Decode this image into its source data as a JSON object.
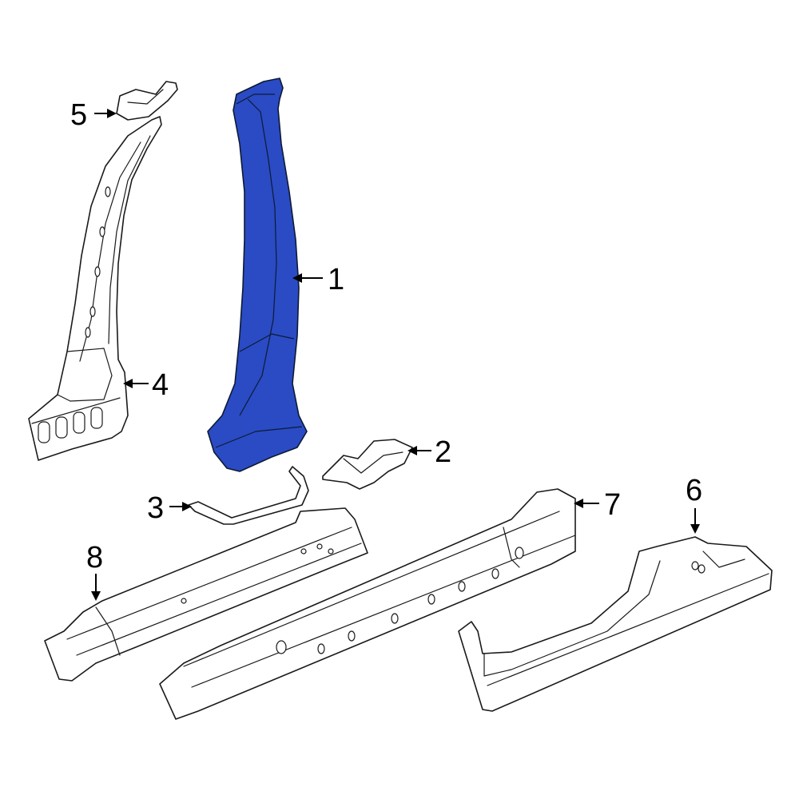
{
  "diagram": {
    "highlight_color": "#2a4bc4",
    "callouts": [
      {
        "id": "1",
        "label": "1"
      },
      {
        "id": "2",
        "label": "2"
      },
      {
        "id": "3",
        "label": "3"
      },
      {
        "id": "4",
        "label": "4"
      },
      {
        "id": "5",
        "label": "5"
      },
      {
        "id": "6",
        "label": "6"
      },
      {
        "id": "7",
        "label": "7"
      },
      {
        "id": "8",
        "label": "8"
      }
    ]
  }
}
